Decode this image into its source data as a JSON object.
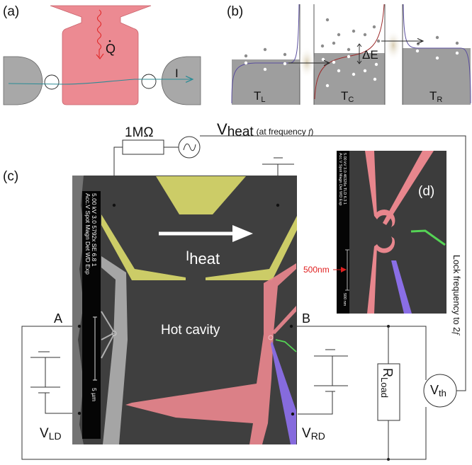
{
  "panels": {
    "a": {
      "label": "(a)",
      "heat_flow": "Q",
      "current": "I"
    },
    "b": {
      "label": "(b)",
      "energy_gap": "ΔE",
      "reservoirs": [
        {
          "main": "T",
          "sub": "L"
        },
        {
          "main": "T",
          "sub": "C"
        },
        {
          "main": "T",
          "sub": "R"
        }
      ]
    },
    "c": {
      "label": "(c)",
      "resistor": "1MΩ",
      "heater_source": {
        "main": "V",
        "sub": "heat",
        "note": "(at frequency ",
        "freq": "f",
        "close": ")"
      },
      "heat_current": {
        "main": "I",
        "sub": "heat"
      },
      "cavity": "Hot cavity",
      "node_a": "A",
      "node_b": "B",
      "left_drain": {
        "main": "V",
        "sub": "LD"
      },
      "right_drain": {
        "main": "V",
        "sub": "RD"
      },
      "load": {
        "main": "R",
        "sub": "Load"
      },
      "thermovoltage": {
        "main": "V",
        "sub": "th"
      },
      "lockin_note": "Lock frequency to 2",
      "lockin_freq": "f",
      "sem_info": {
        "row1": "Acc.V  Spot Magn   Det  WD  Exp",
        "row2": "5.00 kV 3.0  5792x   SE  6.8  1",
        "scale": "5 µm"
      }
    },
    "d": {
      "label": "(d)",
      "scale_callout": "500nm",
      "sem_info": {
        "row1": "Acc.V  Spot Magn   Det  WD  Exp",
        "row2": "5.00 kV 3.0 46326x  TLD  6.3  1",
        "scale": "500 nm"
      }
    }
  },
  "colors": {
    "cavity_red": "#e8868d",
    "lead_gray": "#a9a9a9",
    "heater_yellow": "#d8d86a",
    "probe_green": "#55d455",
    "probe_purple": "#8a6ee6",
    "sem_bg": "#3e3e3e",
    "fermi_blue": "#5a4e9e",
    "fermi_red": "#9c2a2a",
    "callout_red": "#e02020"
  }
}
